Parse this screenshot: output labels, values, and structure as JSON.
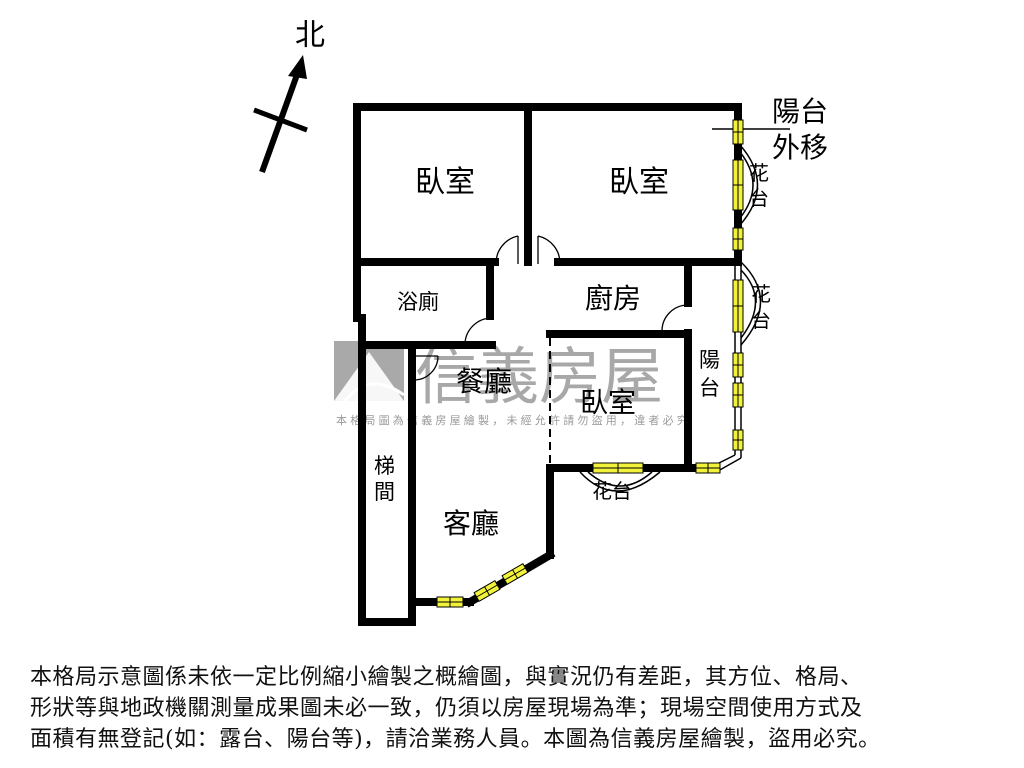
{
  "compass": {
    "label": "北",
    "icon": "north-arrow-icon"
  },
  "annotations": {
    "balcony_moved_out": [
      "陽台",
      "外移"
    ]
  },
  "rooms": {
    "bedroom_nw": "臥室",
    "bedroom_ne": "臥室",
    "bathroom": "浴廁",
    "kitchen": "廚房",
    "dining": "餐廳",
    "bedroom_center": "臥室",
    "balcony": [
      "陽",
      "台"
    ],
    "stairwell": [
      "梯",
      "間"
    ],
    "living": "客廳",
    "planter_top": [
      "花",
      "台"
    ],
    "planter_mid": [
      "花",
      "台"
    ],
    "planter_bottom": "花台"
  },
  "watermark": {
    "brand": "信義房屋",
    "notice": "本格局圖為信義房屋繪製，未經允許請勿盜用，違者必究"
  },
  "disclaimer": {
    "lines": [
      "本格局示意圖係未依一定比例縮小繪製之概繪圖，與實況仍有差距，其方位、格局、",
      "形狀等與地政機關測量成果圖未必一致，仍須以房屋現場為準；現場空間使用方式及",
      "面積有無登記(如：露台、陽台等)，請洽業務人員。本圖為信義房屋繪製，盜用必究。"
    ]
  },
  "colors": {
    "wall": "#000000",
    "window_fill": "#f2f23a",
    "watermark": "#9a9a9a",
    "background": "#ffffff"
  }
}
